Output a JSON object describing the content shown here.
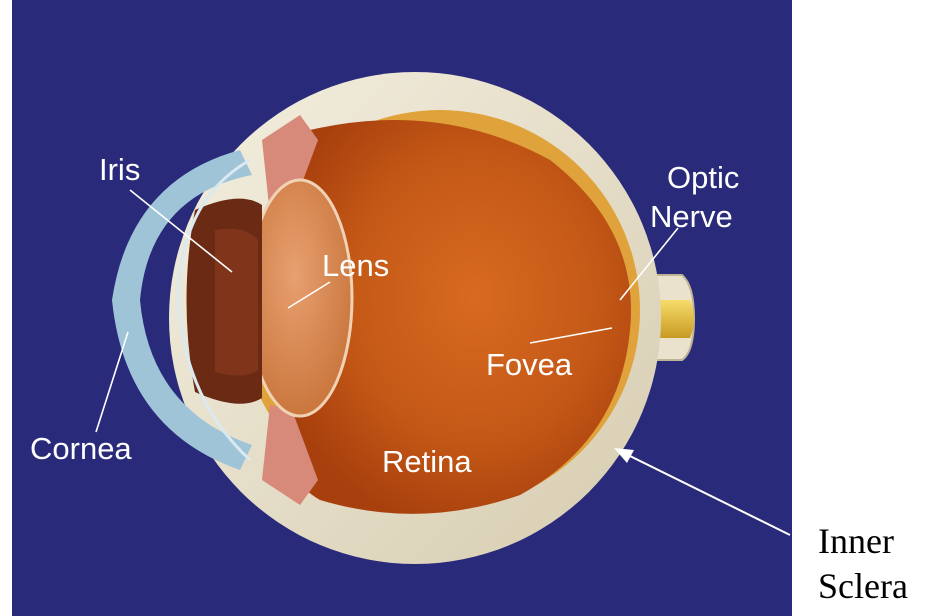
{
  "colors": {
    "background_panel": "#2a2a7a",
    "sclera": "#eae2cc",
    "vitreous": "#c85a18",
    "retina_line": "#e0a23a",
    "iris": "#6a2a14",
    "cornea": "#9fc4d8",
    "lens": "#d88848",
    "optic_nerve": "#f0c84a",
    "label_text": "#ffffff",
    "external_text": "#000000"
  },
  "labels": {
    "iris": "Iris",
    "lens": "Lens",
    "optic_line1": "Optic",
    "optic_line2": "Nerve",
    "fovea": "Fovea",
    "cornea": "Cornea",
    "retina": "Retina"
  },
  "external_label": {
    "line1": "Inner",
    "line2": "Sclera"
  }
}
